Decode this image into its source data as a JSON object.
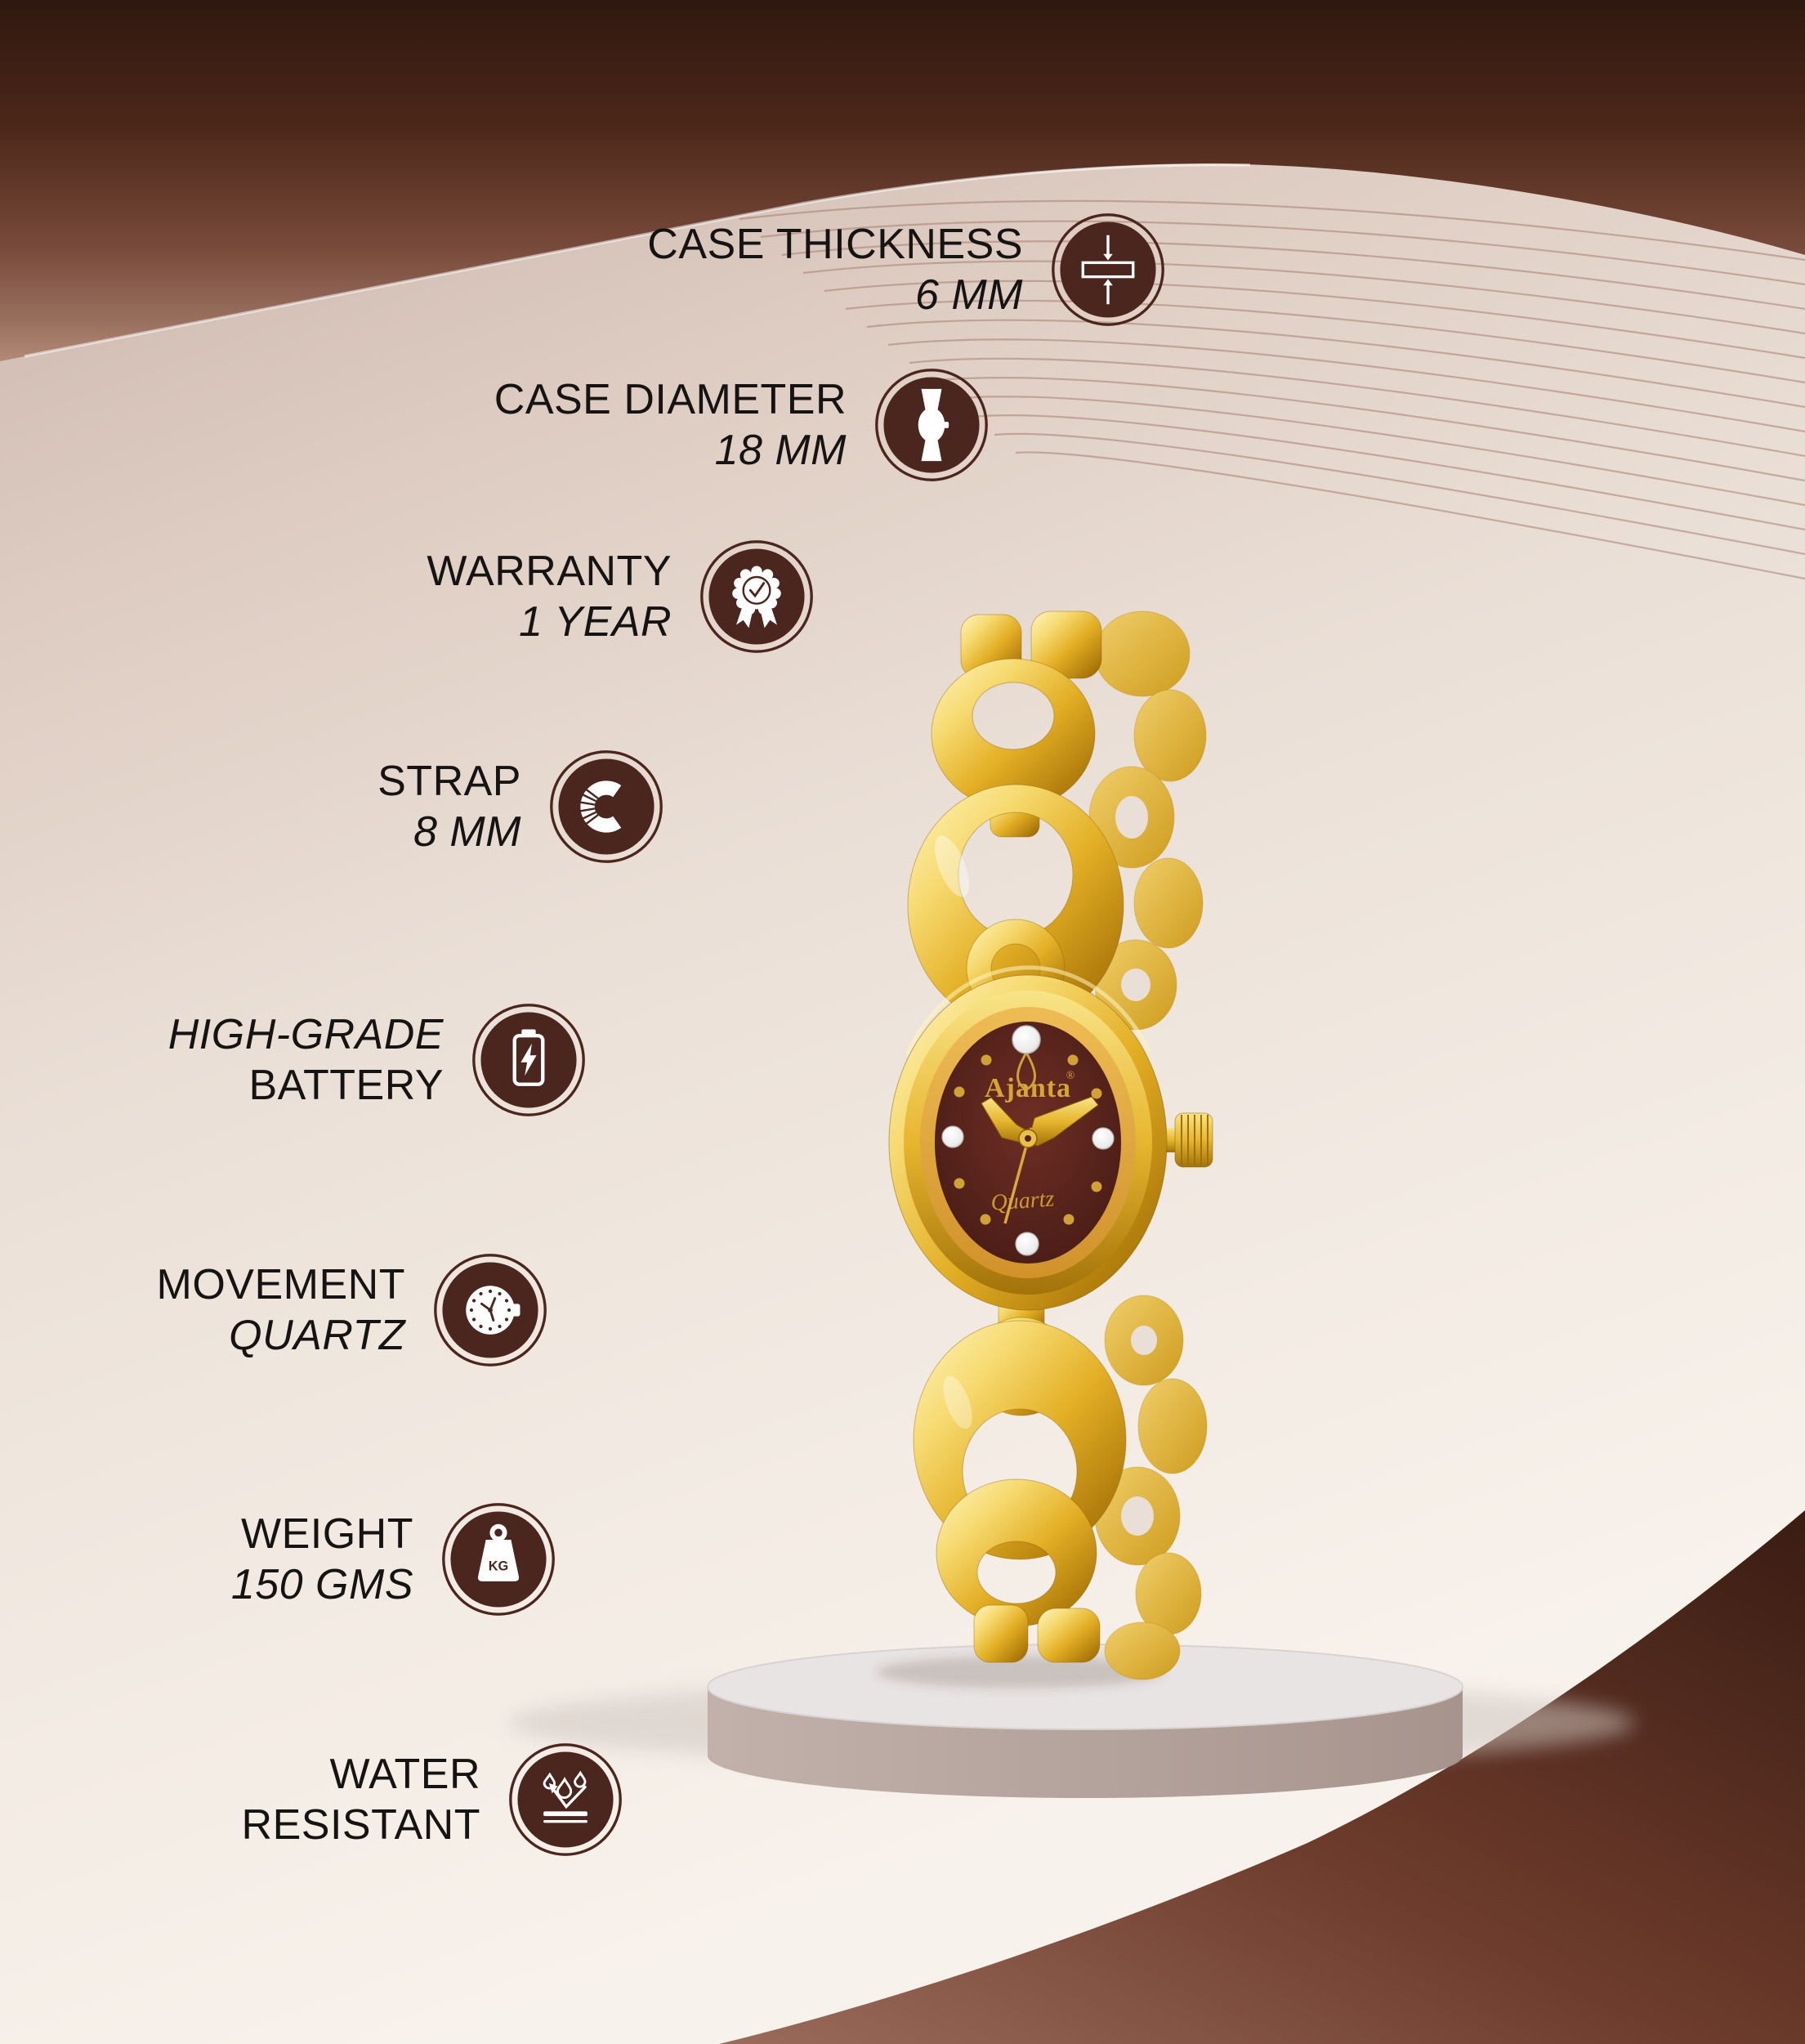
{
  "title_note": "watch specification infographic",
  "specs": [
    {
      "label": "CASE THICKNESS",
      "value": "6 MM",
      "icon": "case-thickness-icon"
    },
    {
      "label": "CASE DIAMETER",
      "value": "18 MM",
      "icon": "case-diameter-icon"
    },
    {
      "label": "WARRANTY",
      "value": "1 YEAR",
      "icon": "warranty-medal-icon"
    },
    {
      "label": "STRAP",
      "value": "8 MM",
      "icon": "strap-icon"
    },
    {
      "label": "HIGH-GRADE",
      "value": "BATTERY",
      "icon": "battery-icon"
    },
    {
      "label": "MOVEMENT",
      "value": "QUARTZ",
      "icon": "movement-icon"
    },
    {
      "label": "WEIGHT",
      "value": "150 GMS",
      "icon": "weight-kg-icon"
    },
    {
      "label": "WATER",
      "value": "RESISTANT",
      "icon": "water-resistant-icon"
    }
  ],
  "watch": {
    "brand": "Ajanta",
    "registered": "®",
    "dial_script": "Quartz"
  },
  "weight_icon_text": "KG",
  "palette": {
    "icon_brown": "#4b261e",
    "dark_corner_brown": "#33180f",
    "beige": "#eadfd6",
    "gold": "#e3af25",
    "dial_maroon": "#56231c",
    "text": "#161412",
    "platform_top": "#e9e4e4",
    "platform_side": "#b3a19b"
  }
}
